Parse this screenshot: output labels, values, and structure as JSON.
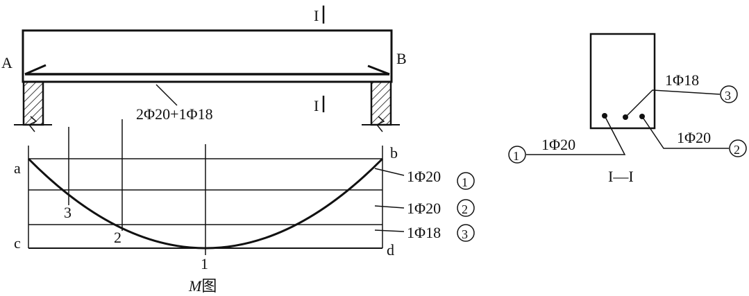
{
  "beam": {
    "support_left": "A",
    "support_right": "B",
    "section_mark_top": "I",
    "section_mark_bottom": "I",
    "rebar_callout": "2Φ20+1Φ18"
  },
  "moment_diagram": {
    "corner_a": "a",
    "corner_b": "b",
    "corner_c": "c",
    "corner_d": "d",
    "point_1": "1",
    "point_2": "2",
    "point_3": "3",
    "bar1_label": "1Φ20",
    "bar2_label": "1Φ20",
    "bar3_label": "1Φ18",
    "circle_1": "1",
    "circle_2": "2",
    "circle_3": "3",
    "caption_m": "M",
    "caption_rest": "图"
  },
  "section": {
    "label_top": "1Φ18",
    "label_left": "1Φ20",
    "label_right": "1Φ20",
    "circle_left": "1",
    "circle_top": "3",
    "circle_right": "2",
    "title": "I—I"
  }
}
